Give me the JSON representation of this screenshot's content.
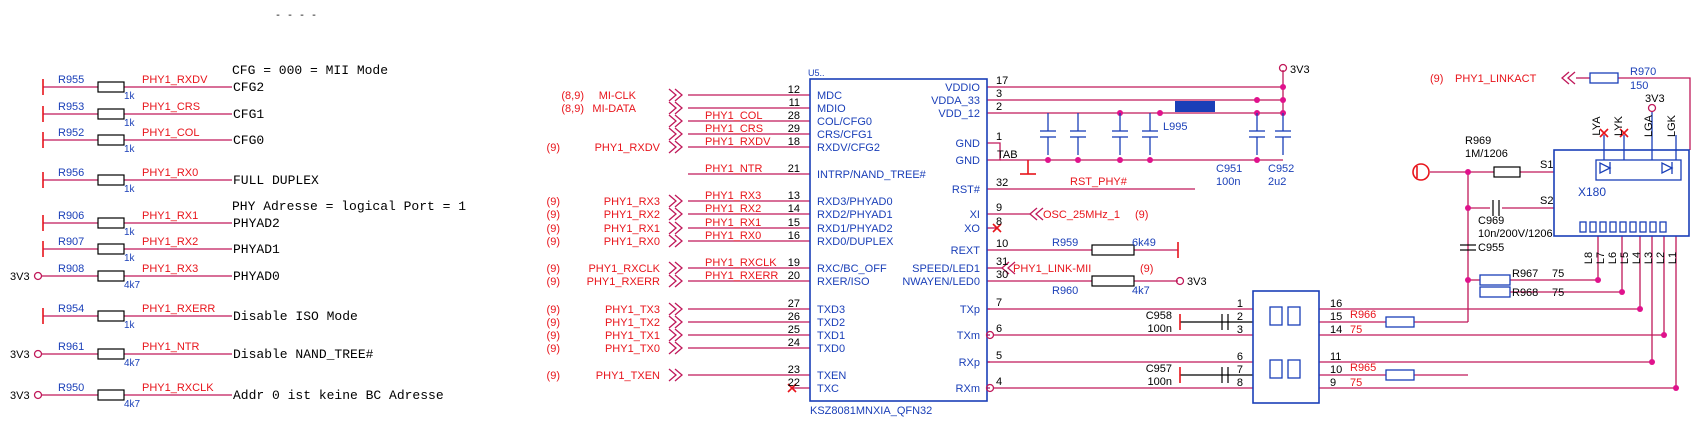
{
  "straps": [
    {
      "ref": "R955",
      "value": "1k",
      "net": "PHY1_RXDV",
      "note": "CFG2",
      "pull": "gnd"
    },
    {
      "ref": "R953",
      "value": "1k",
      "net": "PHY1_CRS",
      "note": "CFG1",
      "pull": "gnd"
    },
    {
      "ref": "R952",
      "value": "1k",
      "net": "PHY1_COL",
      "note": "CFG0",
      "pull": "gnd"
    },
    {
      "ref": "R956",
      "value": "1k",
      "net": "PHY1_RX0",
      "note": "FULL DUPLEX",
      "pull": "gnd"
    },
    {
      "ref": "R906",
      "value": "1k",
      "net": "PHY1_RX1",
      "note": "PHYAD2",
      "pull": "gnd"
    },
    {
      "ref": "R907",
      "value": "1k",
      "net": "PHY1_RX2",
      "note": "PHYAD1",
      "pull": "gnd"
    },
    {
      "ref": "R908",
      "value": "4k7",
      "net": "PHY1_RX3",
      "note": "PHYAD0",
      "pull": "3V3"
    },
    {
      "ref": "R954",
      "value": "1k",
      "net": "PHY1_RXERR",
      "note": "Disable ISO Mode",
      "pull": "gnd"
    },
    {
      "ref": "R961",
      "value": "4k7",
      "net": "PHY1_NTR",
      "note": "Disable NAND_TREE#",
      "pull": "3V3"
    },
    {
      "ref": "R950",
      "value": "4k7",
      "net": "PHY1_RXCLK",
      "note": "Addr 0 ist keine BC Adresse",
      "pull": "3V3"
    }
  ],
  "notes": {
    "cfg_mode": "CFG = 000 = MII Mode",
    "phy_addr": "PHY Adresse = logical Port = 1",
    "top_cut": "- - - -"
  },
  "power_label": "3V3",
  "chip": {
    "name": "KSZ8081MNXIA_QFN32",
    "top_cut": "U5..",
    "left_pins": [
      {
        "num": "12",
        "name": "MDC",
        "net": "MI-CLK",
        "sheet": "(8,9)"
      },
      {
        "num": "11",
        "name": "MDIO",
        "net": "MI-DATA",
        "sheet": "(8,9)"
      },
      {
        "num": "28",
        "name": "COL/CFG0",
        "net": "PHY1_COL",
        "sheet": ""
      },
      {
        "num": "29",
        "name": "CRS/CFG1",
        "net": "PHY1_CRS",
        "sheet": ""
      },
      {
        "num": "18",
        "name": "RXDV/CFG2",
        "net": "PHY1_RXDV",
        "sheet": ""
      },
      {
        "num": "21",
        "name": "INTRP/NAND_TREE#",
        "net": "PHY1_NTR",
        "sheet": ""
      },
      {
        "num": "13",
        "name": "RXD3/PHYAD0",
        "net": "PHY1_RX3",
        "sheet": ""
      },
      {
        "num": "14",
        "name": "RXD2/PHYAD1",
        "net": "PHY1_RX2",
        "sheet": ""
      },
      {
        "num": "15",
        "name": "RXD1/PHYAD2",
        "net": "PHY1_RX1",
        "sheet": ""
      },
      {
        "num": "16",
        "name": "RXD0/DUPLEX",
        "net": "PHY1_RX0",
        "sheet": ""
      },
      {
        "num": "19",
        "name": "RXC/BC_OFF",
        "net": "PHY1_RXCLK",
        "sheet": ""
      },
      {
        "num": "20",
        "name": "RXER/ISO",
        "net": "PHY1_RXERR",
        "sheet": ""
      },
      {
        "num": "27",
        "name": "TXD3",
        "net": "",
        "sheet": ""
      },
      {
        "num": "26",
        "name": "TXD2",
        "net": "",
        "sheet": ""
      },
      {
        "num": "25",
        "name": "TXD1",
        "net": "",
        "sheet": ""
      },
      {
        "num": "24",
        "name": "TXD0",
        "net": "",
        "sheet": ""
      },
      {
        "num": "23",
        "name": "TXEN",
        "net": "",
        "sheet": ""
      },
      {
        "num": "22",
        "name": "TXC",
        "net": "",
        "sheet": ""
      }
    ],
    "right_pins": [
      {
        "num": "17",
        "name": "VDDIO"
      },
      {
        "num": "3",
        "name": "VDDA_33"
      },
      {
        "num": "2",
        "name": "VDD_12"
      },
      {
        "num": "1",
        "name": "GND"
      },
      {
        "num": "TAB",
        "name": "GND"
      },
      {
        "num": "32",
        "name": "RST#"
      },
      {
        "num": "9",
        "name": "XI"
      },
      {
        "num": "8",
        "name": "XO"
      },
      {
        "num": "10",
        "name": "REXT"
      },
      {
        "num": "31",
        "name": "SPEED/LED1"
      },
      {
        "num": "30",
        "name": "NWAYEN/LED0"
      },
      {
        "num": "7",
        "name": "TXp"
      },
      {
        "num": "6",
        "name": "TXm"
      },
      {
        "num": "5",
        "name": "RXp"
      },
      {
        "num": "4",
        "name": "RXm"
      }
    ]
  },
  "offpage": [
    {
      "sheet": "(9)",
      "net": "PHY1_RXDV"
    },
    {
      "sheet": "(9)",
      "net": "PHY1_RX3"
    },
    {
      "sheet": "(9)",
      "net": "PHY1_RX2"
    },
    {
      "sheet": "(9)",
      "net": "PHY1_RX1"
    },
    {
      "sheet": "(9)",
      "net": "PHY1_RX0"
    },
    {
      "sheet": "(9)",
      "net": "PHY1_RXCLK"
    },
    {
      "sheet": "(9)",
      "net": "PHY1_RXERR"
    },
    {
      "sheet": "(9)",
      "net": "PHY1_TX3"
    },
    {
      "sheet": "(9)",
      "net": "PHY1_TX2"
    },
    {
      "sheet": "(9)",
      "net": "PHY1_TX1"
    },
    {
      "sheet": "(9)",
      "net": "PHY1_TX0"
    },
    {
      "sheet": "(9)",
      "net": "PHY1_TXEN"
    }
  ],
  "right_nets": {
    "rst": "RST_PHY#",
    "osc": "OSC_25MHz_1",
    "osc_sheet": "(9)",
    "link": "PHY1_LINK-MII",
    "link_sheet": "(9)",
    "linkact": "PHY1_LINKACT",
    "linkact_sheet": "(9)"
  },
  "power_parts": {
    "inductor": "L995",
    "c951_ref": "C951",
    "c951_val": "100n",
    "c952_ref": "C952",
    "c952_val": "2u2",
    "r959_ref": "R959",
    "r959_val": "6k49",
    "r960_ref": "R960",
    "r960_val": "4k7"
  },
  "magnetics": {
    "top_pins": [
      "1",
      "2",
      "3",
      "16",
      "15",
      "14"
    ],
    "bot_pins": [
      "6",
      "7",
      "8",
      "11",
      "10",
      "9"
    ],
    "c958_ref": "C958",
    "c958_val": "100n",
    "c957_ref": "C957",
    "c957_val": "100n",
    "r966_ref": "R966",
    "r966_val": "75",
    "r965_ref": "R965",
    "r965_val": "75"
  },
  "connector": {
    "ref": "X180",
    "r970_ref": "R970",
    "r970_val": "150",
    "r969_ref": "R969",
    "r969_val": "1M/1206",
    "c969_ref": "C969",
    "c969_val": "10n/200V/1206",
    "c955_ref": "C955",
    "r967_ref": "R967",
    "r967_val": "75",
    "r968_ref": "R968",
    "r968_val": "75",
    "s1": "S1",
    "s2": "S2",
    "led_pins": [
      "LYA",
      "LYK",
      "LGA",
      "LGK"
    ],
    "l_pins": [
      "L8",
      "L7",
      "L6",
      "L5",
      "L4",
      "L3",
      "L2",
      "L1"
    ]
  }
}
